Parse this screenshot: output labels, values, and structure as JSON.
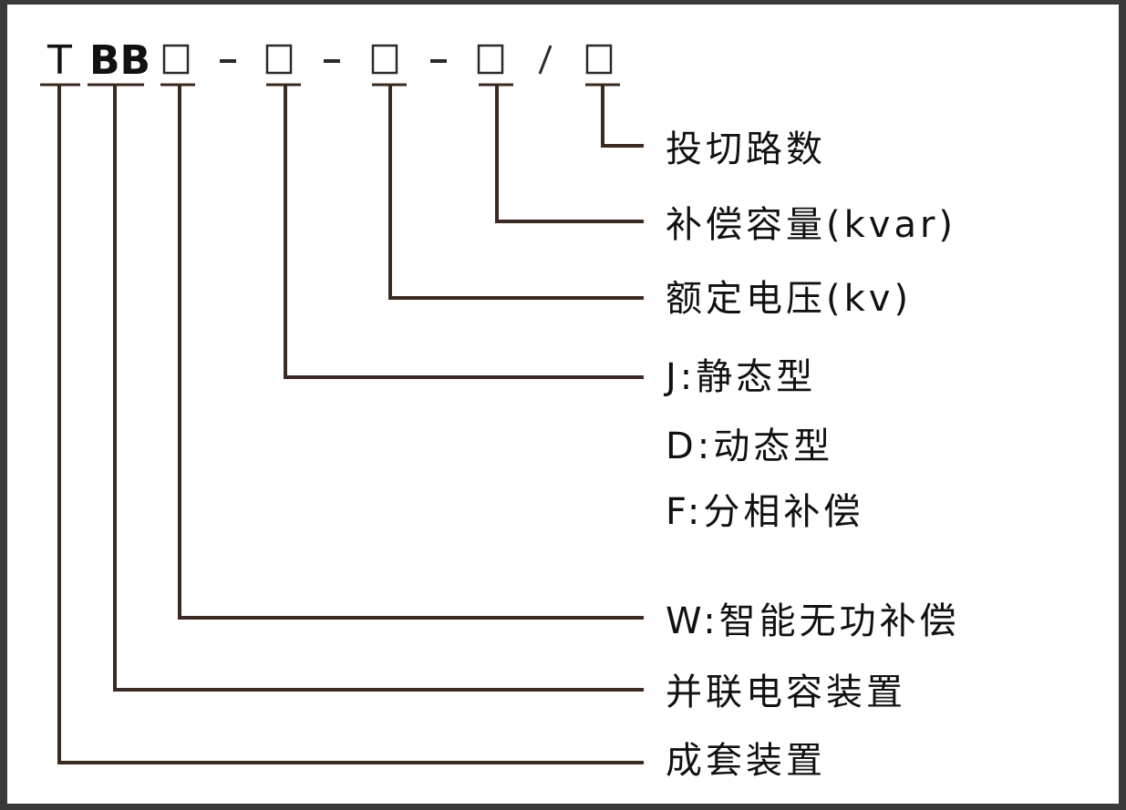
{
  "code": {
    "prefix_t": "T",
    "prefix_bb": "BB",
    "separator_dash": "-",
    "separator_slash": "/"
  },
  "labels": {
    "circuits": "投切路数",
    "capacity": "补偿容量(kvar)",
    "voltage": "额定电压(kv)",
    "type_j": "J:静态型",
    "type_d": "D:动态型",
    "type_f": "F:分相补偿",
    "intelligent": "W:智能无功补偿",
    "parallel": "并联电容装置",
    "complete_set": "成套装置"
  },
  "colors": {
    "background": "#ffffff",
    "frame": "#3a3a3a",
    "leader_line": "#3b2a22",
    "text": "#111111"
  }
}
